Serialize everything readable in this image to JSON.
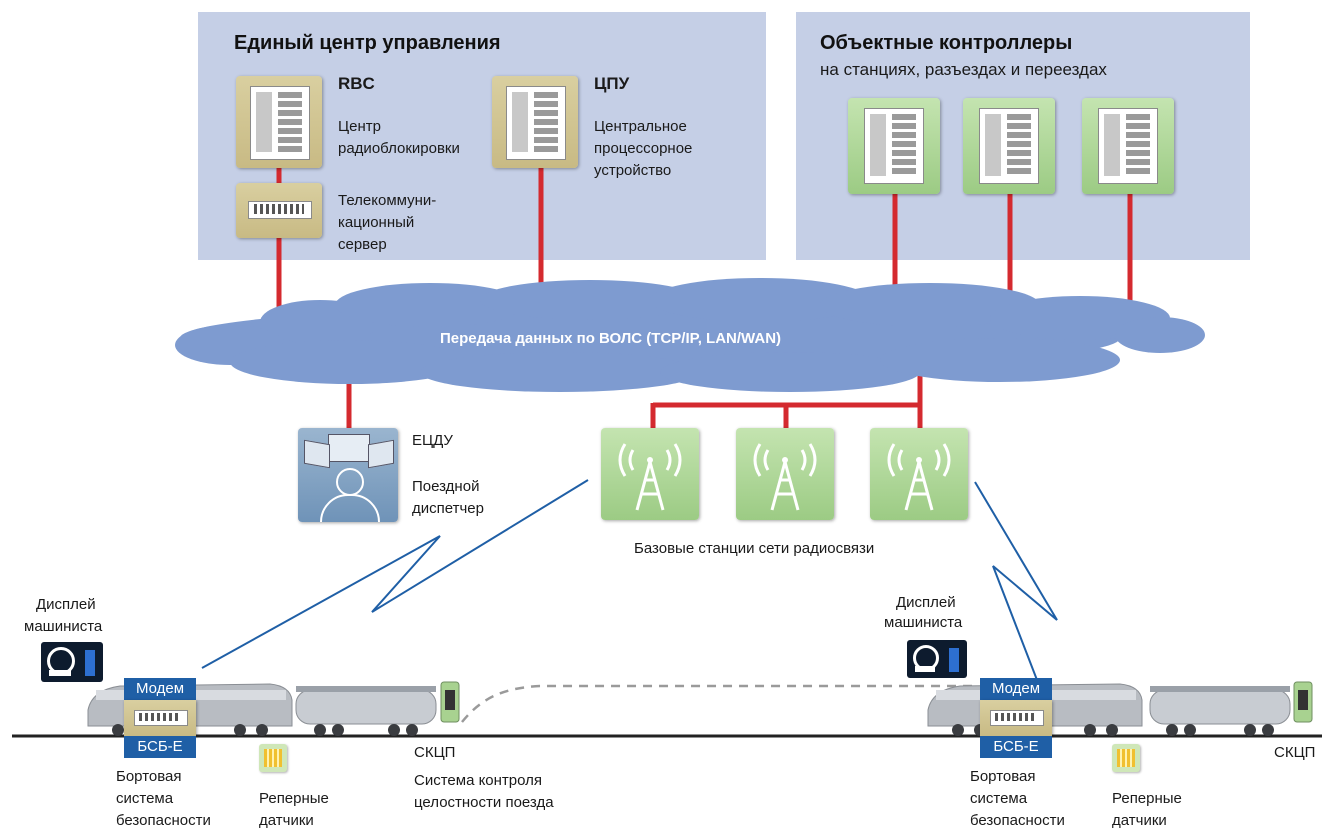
{
  "control_center": {
    "title": "Единый центр управления",
    "rbc": {
      "name": "RBC",
      "desc_line1": "Центр",
      "desc_line2": "радиоблокировки"
    },
    "cpu": {
      "name": "ЦПУ",
      "desc_line1": "Центральное",
      "desc_line2": "процессорное",
      "desc_line3": "устройство"
    },
    "telecom": {
      "line1": "Телекоммуни-",
      "line2": "кационный",
      "line3": "сервер"
    }
  },
  "object_controllers": {
    "title": "Объектные контроллеры",
    "subtitle": "на станциях, разъездах и переездах"
  },
  "network": {
    "label": "Передача данных по ВОЛС (TCP/IP, LAN/WAN)"
  },
  "dispatcher": {
    "line1": "ЕЦДУ",
    "line2": "Поездной",
    "line3": "диспетчер"
  },
  "base_stations": {
    "label": "Базовые станции сети радиосвязи"
  },
  "train_left": {
    "display_line1": "Дисплей",
    "display_line2": "машиниста",
    "modem": "Модем",
    "bsb": "БСБ-Е",
    "onboard_line1": "Бортовая",
    "onboard_line2": "система",
    "onboard_line3": "безопасности",
    "sensors_line1": "Реперные",
    "sensors_line2": "датчики",
    "skcp": "СКЦП",
    "integrity_line1": "Система контроля",
    "integrity_line2": "целостности поезда"
  },
  "train_right": {
    "display_line1": "Дисплей",
    "display_line2": "машиниста",
    "modem": "Модем",
    "bsb": "БСБ-Е",
    "onboard_line1": "Бортовая",
    "onboard_line2": "система",
    "onboard_line3": "безопасности",
    "sensors_line1": "Реперные",
    "sensors_line2": "датчики",
    "skcp": "СКЦП"
  },
  "colors": {
    "panel": "#c5cfe6",
    "cloud": "#7e9bd0",
    "link_red": "#d42a2f",
    "radio_blue": "#1f5fa6",
    "device_tan": "#cdbf8a",
    "device_green": "#a8d290"
  }
}
